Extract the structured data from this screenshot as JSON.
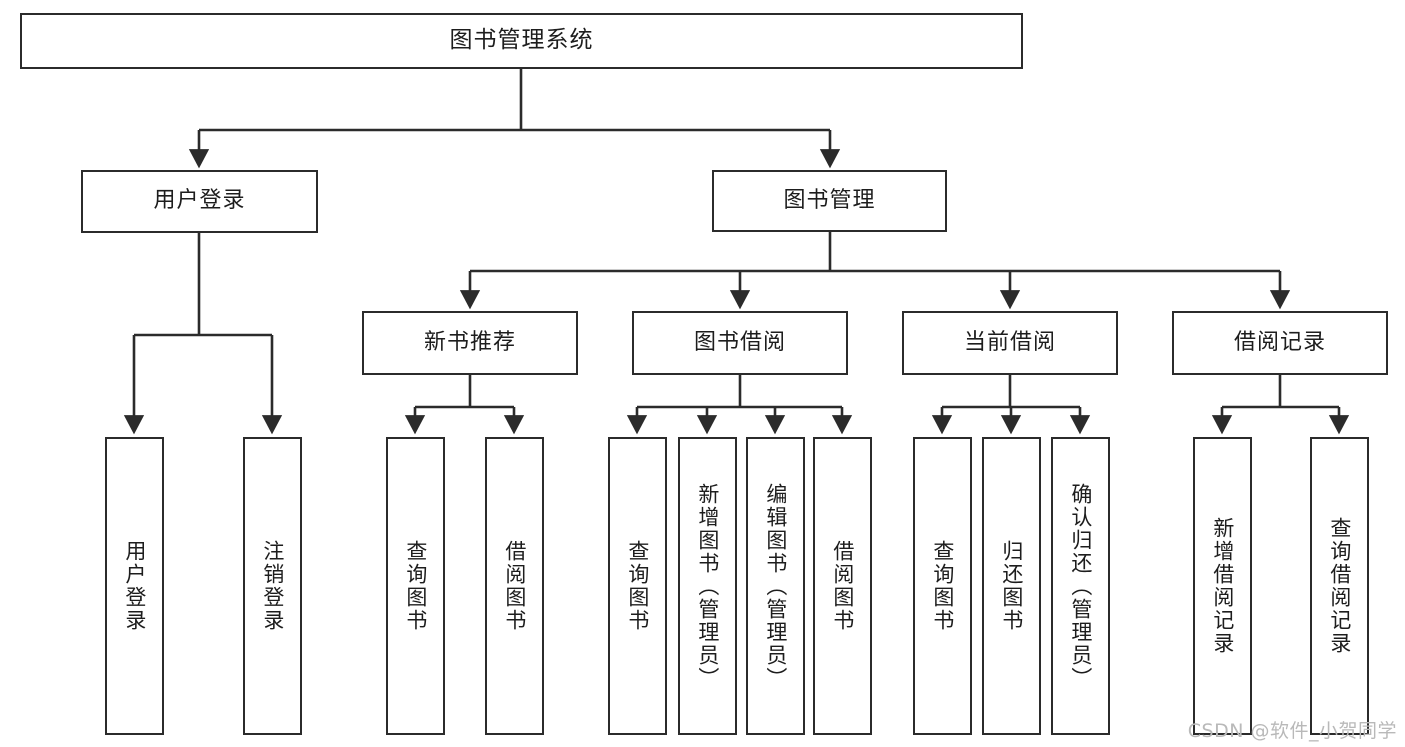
{
  "diagram": {
    "title": "图书管理系统",
    "type": "tree",
    "watermark": "CSDN @软件_小贺同学",
    "stroke_color": "#2b2b2b",
    "text_color": "#1d1d1d",
    "background_color": "#ffffff",
    "levels": {
      "root": {
        "label": "图书管理系统"
      },
      "level2": [
        {
          "label": "用户登录"
        },
        {
          "label": "图书管理"
        }
      ],
      "level3": [
        {
          "label": "新书推荐"
        },
        {
          "label": "图书借阅"
        },
        {
          "label": "当前借阅"
        },
        {
          "label": "借阅记录"
        }
      ],
      "leaves": {
        "user_login": [
          {
            "label": "用户登录"
          },
          {
            "label": "注销登录"
          }
        ],
        "new_book": [
          {
            "label": "查询图书"
          },
          {
            "label": "借阅图书"
          }
        ],
        "book_borrow": [
          {
            "label": "查询图书"
          },
          {
            "label": "新增图书（管理员）"
          },
          {
            "label": "编辑图书（管理员）"
          },
          {
            "label": "借阅图书"
          }
        ],
        "current_borrow": [
          {
            "label": "查询图书"
          },
          {
            "label": "归还图书"
          },
          {
            "label": "确认归还（管理员）"
          }
        ],
        "borrow_record": [
          {
            "label": "新增借阅记录"
          },
          {
            "label": "查询借阅记录"
          }
        ]
      }
    }
  }
}
